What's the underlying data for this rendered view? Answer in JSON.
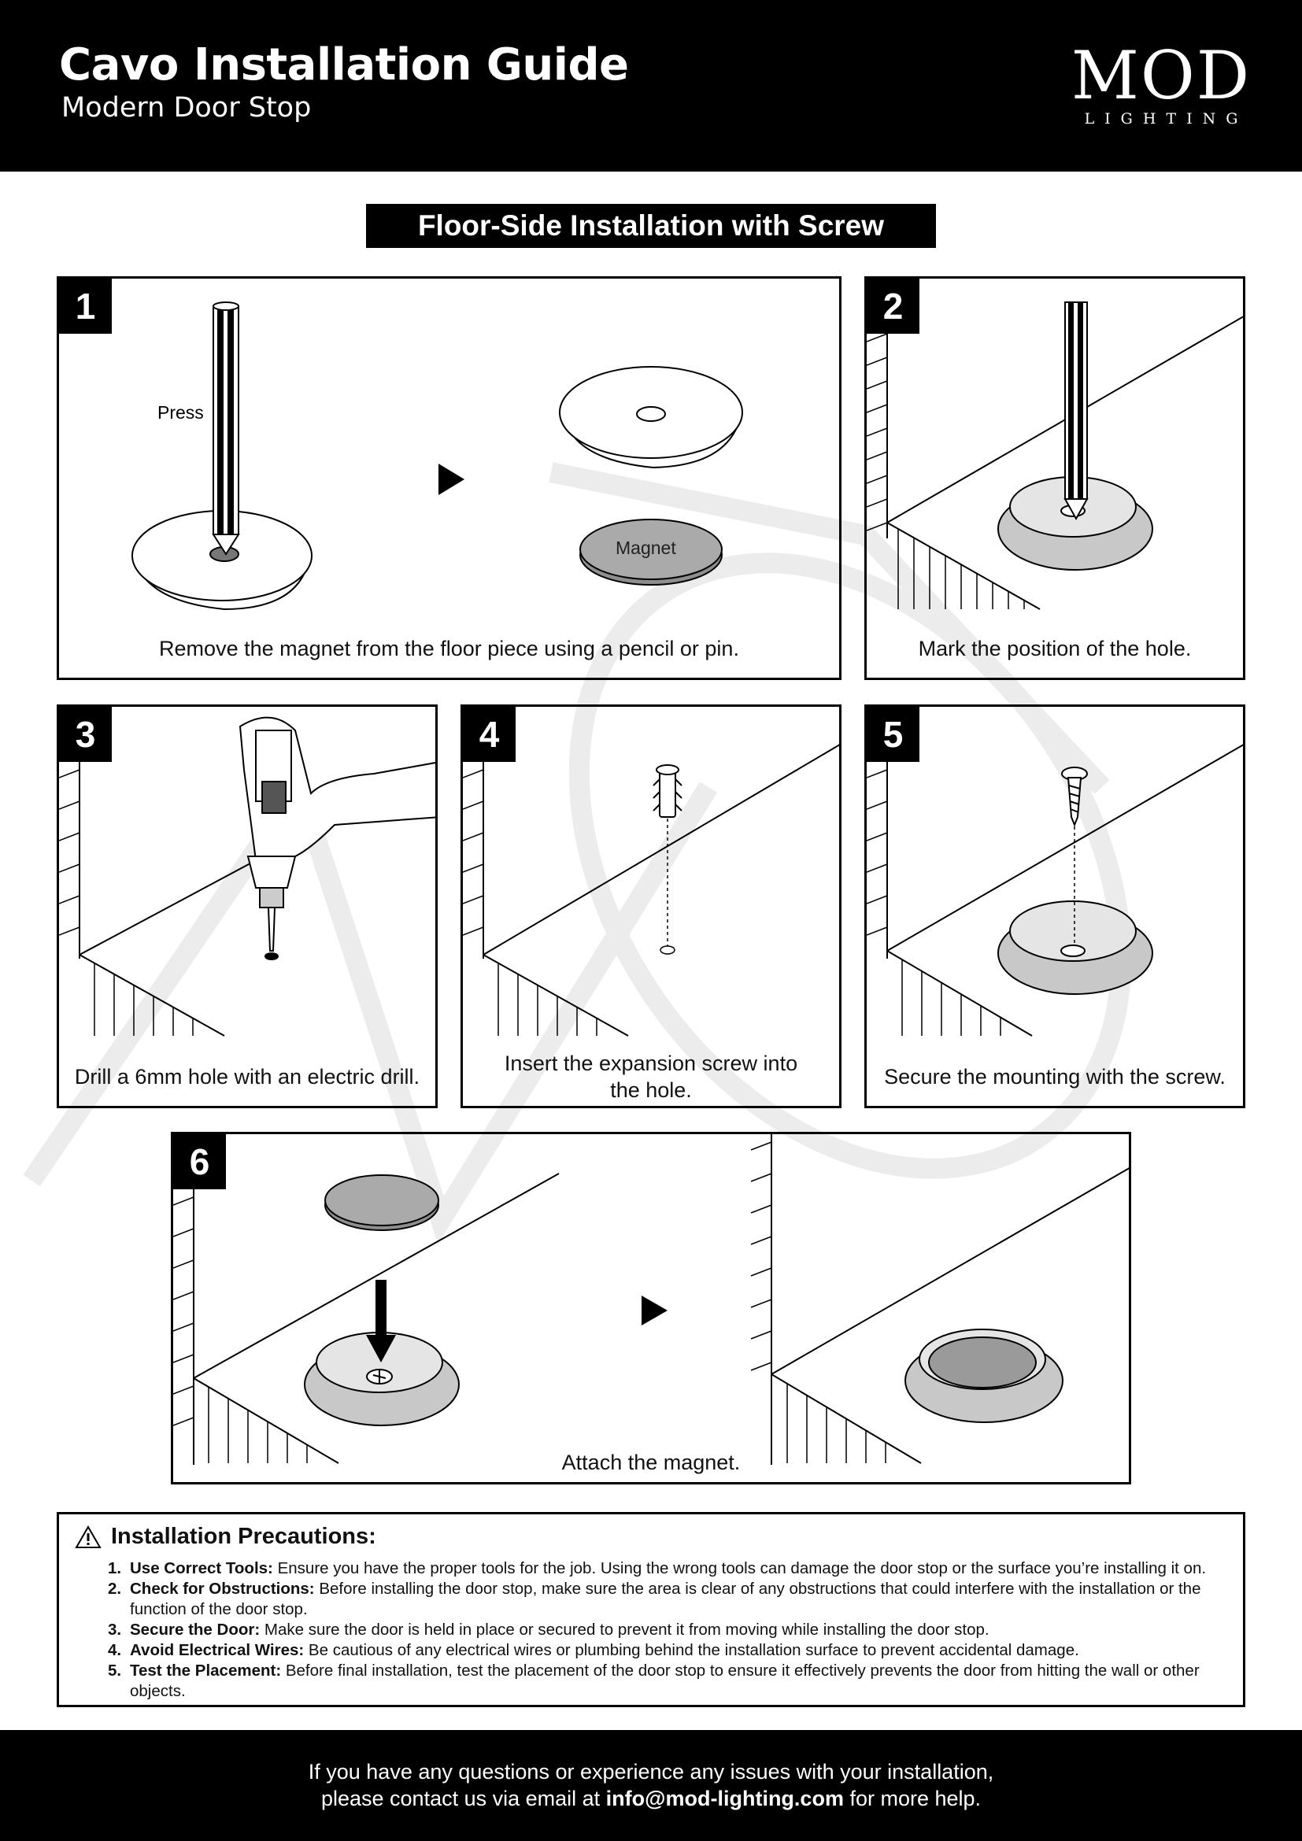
{
  "header": {
    "title": "Cavo Installation Guide",
    "subtitle": "Modern Door Stop",
    "logo_main": "MOD",
    "logo_sub": "LIGHTING"
  },
  "section_title": "Floor-Side Installation with Screw",
  "steps": [
    {
      "number": "1",
      "caption": "Remove the magnet from the floor piece using a pencil or pin.",
      "label_press": "Press",
      "label_magnet": "Magnet"
    },
    {
      "number": "2",
      "caption": "Mark the position of the hole."
    },
    {
      "number": "3",
      "caption": "Drill a 6mm hole with an electric drill."
    },
    {
      "number": "4",
      "caption": "Insert the expansion screw into the hole."
    },
    {
      "number": "5",
      "caption": "Secure the mounting with the screw."
    },
    {
      "number": "6",
      "caption": "Attach the magnet."
    }
  ],
  "precautions": {
    "title": "Installation Precautions:",
    "items": [
      {
        "num": "1.",
        "label": "Use Correct Tools:",
        "text": "Ensure you have the proper tools for the job. Using the wrong tools can damage the door stop or the surface you’re installing it on."
      },
      {
        "num": "2.",
        "label": "Check for Obstructions:",
        "text": "Before installing the door stop, make sure the area is clear of any obstructions that could interfere with the installation or the function of the door stop."
      },
      {
        "num": "3.",
        "label": "Secure the Door:",
        "text": "Make sure the door is held in place or secured to prevent it from moving while installing the door stop."
      },
      {
        "num": "4.",
        "label": "Avoid Electrical Wires:",
        "text": "Be cautious of any electrical wires or plumbing behind the installation surface to prevent accidental damage."
      },
      {
        "num": "5.",
        "label": "Test the Placement:",
        "text": "Before final installation, test the placement of the door stop to ensure it effectively prevents the door from hitting the wall or other objects."
      }
    ]
  },
  "footer": {
    "line1": "If you have any questions or experience any issues with your installation,",
    "line2_pre": "please contact us via email at ",
    "email": "info@mod-lighting.com",
    "line2_post": " for more help."
  },
  "colors": {
    "black": "#000000",
    "white": "#ffffff",
    "gray_part": "#c8c8c8",
    "dark_gray": "#8e8e8e",
    "watermark": "#ececec"
  }
}
